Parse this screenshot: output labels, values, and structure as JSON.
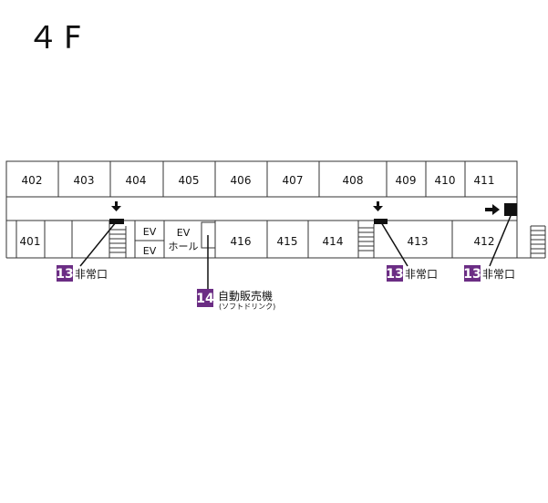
{
  "floor": "４F",
  "accent_color": "#6b2d84",
  "rooms_top": [
    "402",
    "403",
    "404",
    "405",
    "406",
    "407",
    "408",
    "409",
    "410",
    "411"
  ],
  "rooms_bottom": {
    "r401": "401",
    "r416": "416",
    "r415": "415",
    "r414": "414",
    "r413": "413",
    "r412": "412"
  },
  "ev": {
    "upper": "EV",
    "lower": "EV",
    "hall_line1": "EV",
    "hall_line2": "ホール"
  },
  "callouts": {
    "emergency_number": "13",
    "emergency_label": "非常口",
    "vending_number": "14",
    "vending_label": "自動販売機",
    "vending_sub": "(ソフトドリンク)"
  },
  "icons": [
    "arrow-down-icon",
    "arrow-right-icon",
    "stairs-icon"
  ]
}
